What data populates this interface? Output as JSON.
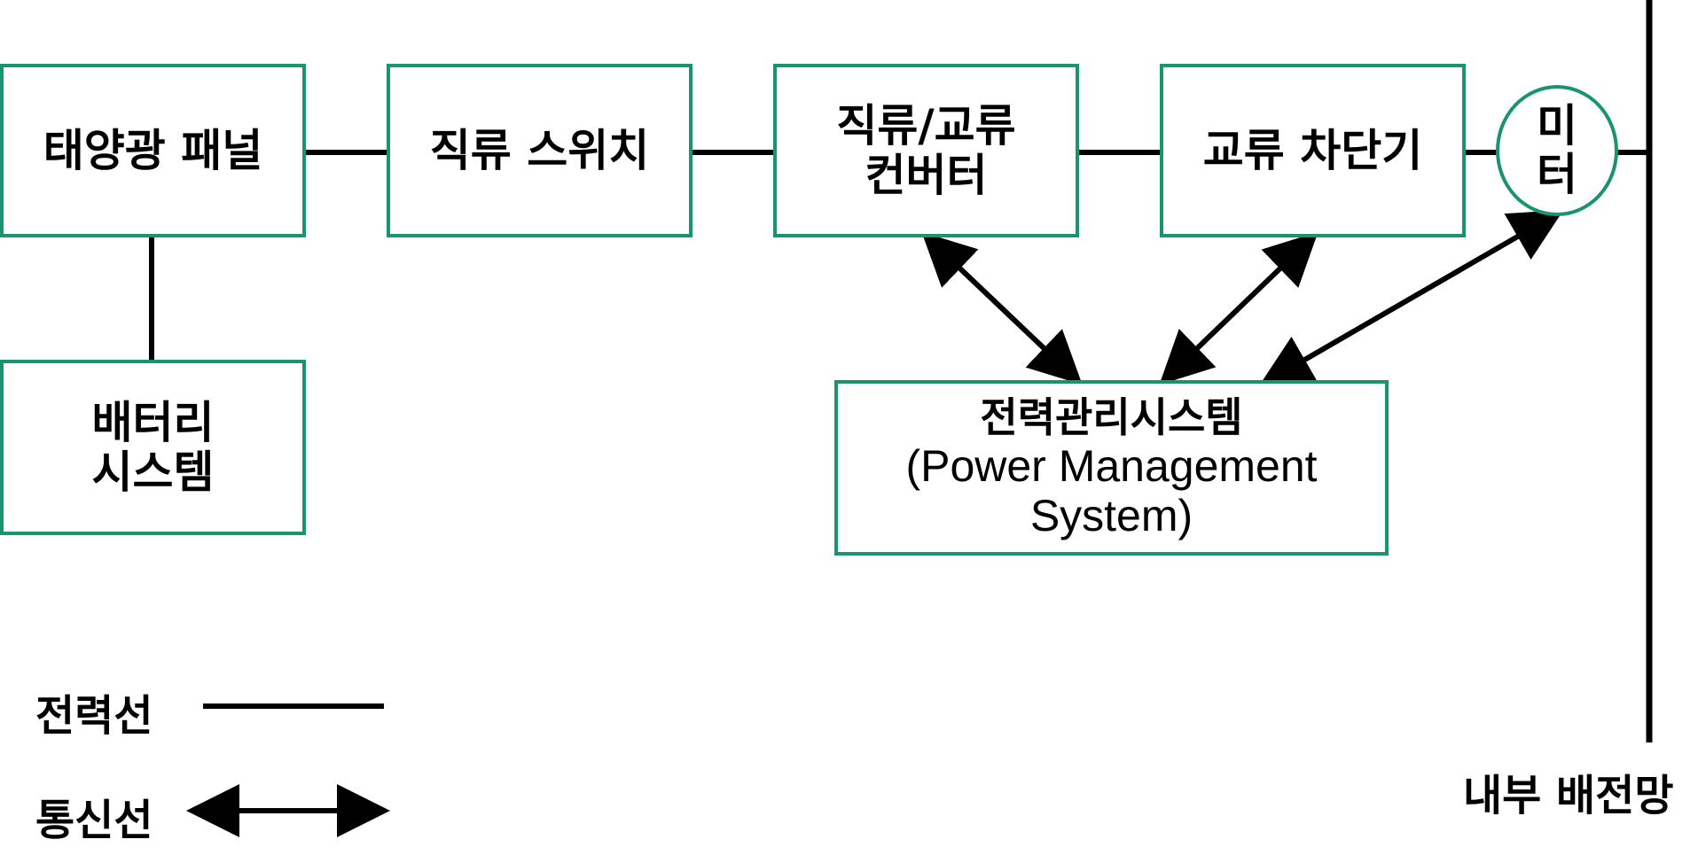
{
  "nodes": {
    "solar_panel": "태양광 패널",
    "dc_switch": "직류 스위치",
    "converter_line1": "직류/교류",
    "converter_line2": "컨버터",
    "ac_breaker": "교류 차단기",
    "meter_line1": "미",
    "meter_line2": "터",
    "battery_line1": "배터리",
    "battery_line2": "시스템",
    "pms_line1": "전력관리시스템",
    "pms_line2": "(Power Management",
    "pms_line3": "System)"
  },
  "grid_label": "내부 배전망",
  "legend": {
    "power_line": "전력선",
    "comm_line": "통신선"
  },
  "colors": {
    "box_border": "#1a9470",
    "line": "#000000"
  }
}
